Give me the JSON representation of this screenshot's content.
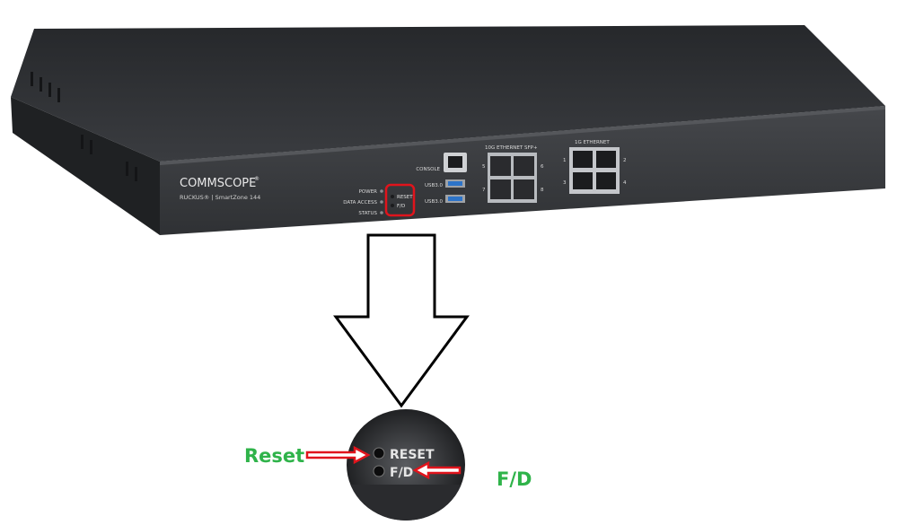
{
  "device": {
    "brand": "COMMSCOPE",
    "brand_mark": "®",
    "model_line": "RUCKUS® | SmartZone 144",
    "console_label": "CONSOLE",
    "usb_top_label": "USB3.0",
    "usb_bottom_label": "USB3.0",
    "sfp_title": "10G ETHERNET SFP+",
    "sfp_numbers": [
      "5",
      "6",
      "7",
      "8"
    ],
    "eth_title": "1G ETHERNET",
    "eth_numbers": [
      "1",
      "2",
      "3",
      "4"
    ],
    "led_labels": [
      "POWER",
      "DATA ACCESS",
      "STATUS"
    ],
    "button_labels": [
      "RESET",
      "F/D"
    ]
  },
  "zoom": {
    "reset_label": "RESET",
    "fd_label": "F/D"
  },
  "annotations": {
    "reset": "Reset",
    "fd": "F/D"
  },
  "colors": {
    "annotation_text": "#2fb34a",
    "highlight": "#e0141c",
    "chassis_top": "#2e3033",
    "chassis_front": "#3b3d40"
  }
}
